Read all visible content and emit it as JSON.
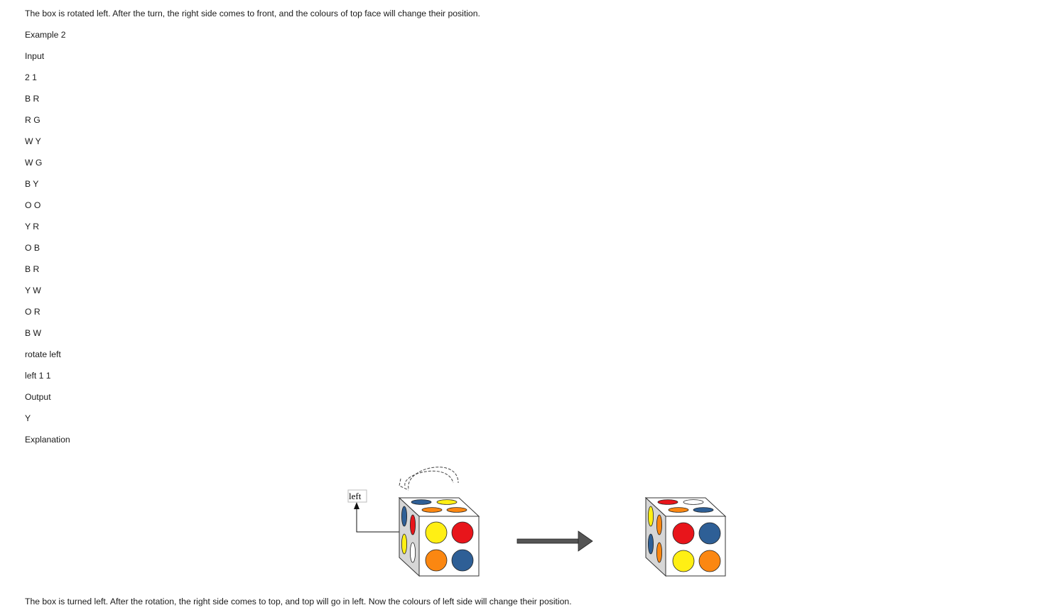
{
  "intro_text": "The box is rotated left. After the turn, the right side comes to front, and the colours of top face will change their position.",
  "lines": [
    "Example 2",
    "Input",
    "2 1",
    "B R",
    "R G",
    "W Y",
    "W G",
    "B Y",
    "O O",
    "Y R",
    "O B",
    "B R",
    "Y W",
    "O R",
    "B W",
    "rotate left",
    "left 1 1",
    "Output",
    "Y",
    "Explanation"
  ],
  "figure": {
    "rotation_label": "left",
    "icons": [
      "rotate-arrow-icon",
      "right-arrow-icon"
    ],
    "colors": {
      "B": "#2e5f96",
      "R": "#e8151b",
      "Y": "#ffef14",
      "O": "#fb8711",
      "W": "#ffffff",
      "G": "#d3d3d3",
      "arrow": "#555555"
    }
  },
  "footer_text": "The box is turned left. After the rotation, the right side comes to top, and top will go in left. Now the colours of left side will change their position."
}
